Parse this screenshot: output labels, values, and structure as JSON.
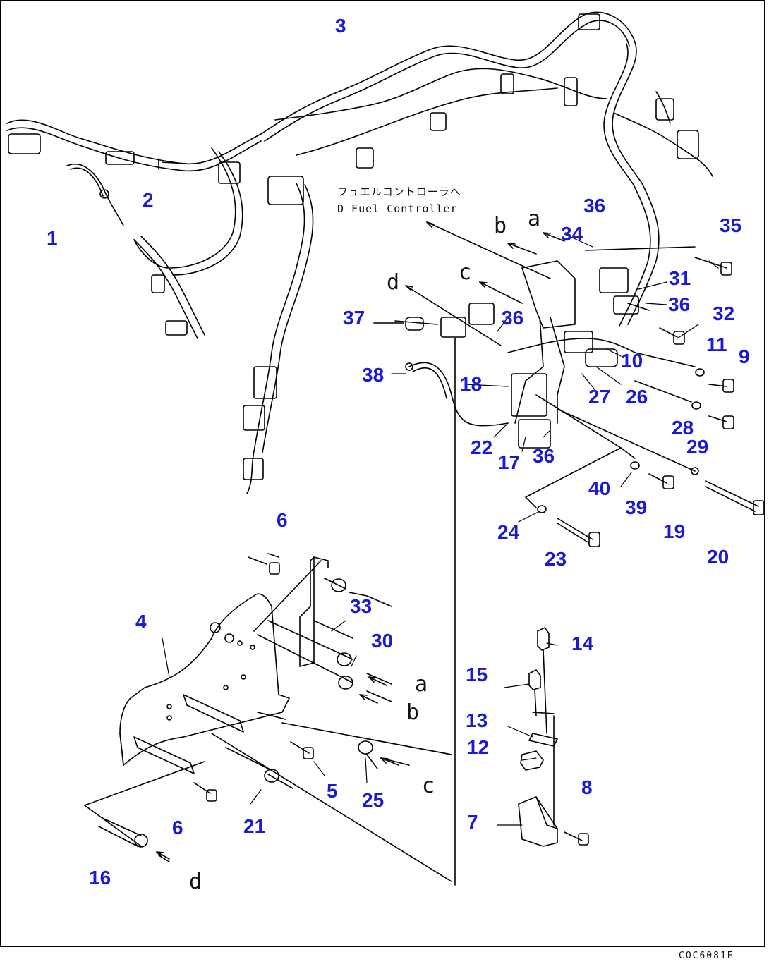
{
  "callouts": [
    {
      "n": "1"
    },
    {
      "n": "2"
    },
    {
      "n": "3"
    },
    {
      "n": "36"
    },
    {
      "n": "35"
    },
    {
      "n": "34"
    },
    {
      "n": "31"
    },
    {
      "n": "36"
    },
    {
      "n": "32"
    },
    {
      "n": "37"
    },
    {
      "n": "36"
    },
    {
      "n": "11"
    },
    {
      "n": "9"
    },
    {
      "n": "10"
    },
    {
      "n": "38"
    },
    {
      "n": "18"
    },
    {
      "n": "27"
    },
    {
      "n": "26"
    },
    {
      "n": "28"
    },
    {
      "n": "29"
    },
    {
      "n": "22"
    },
    {
      "n": "17"
    },
    {
      "n": "36"
    },
    {
      "n": "40"
    },
    {
      "n": "39"
    },
    {
      "n": "24"
    },
    {
      "n": "19"
    },
    {
      "n": "20"
    },
    {
      "n": "23"
    },
    {
      "n": "6"
    },
    {
      "n": "33"
    },
    {
      "n": "4"
    },
    {
      "n": "30"
    },
    {
      "n": "14"
    },
    {
      "n": "15"
    },
    {
      "n": "13"
    },
    {
      "n": "12"
    },
    {
      "n": "8"
    },
    {
      "n": "5"
    },
    {
      "n": "25"
    },
    {
      "n": "7"
    },
    {
      "n": "6"
    },
    {
      "n": "21"
    },
    {
      "n": "16"
    }
  ],
  "notes": {
    "fuel_jp": "フュエルコントローラへ",
    "fuel_en": "D Fuel Controller"
  },
  "ref_letters": [
    "a",
    "b",
    "c",
    "d",
    "a",
    "b",
    "c",
    "d"
  ],
  "drawing_number": "COC6081E",
  "colors": {
    "callout": "#1a1ad6",
    "line": "#000000"
  }
}
